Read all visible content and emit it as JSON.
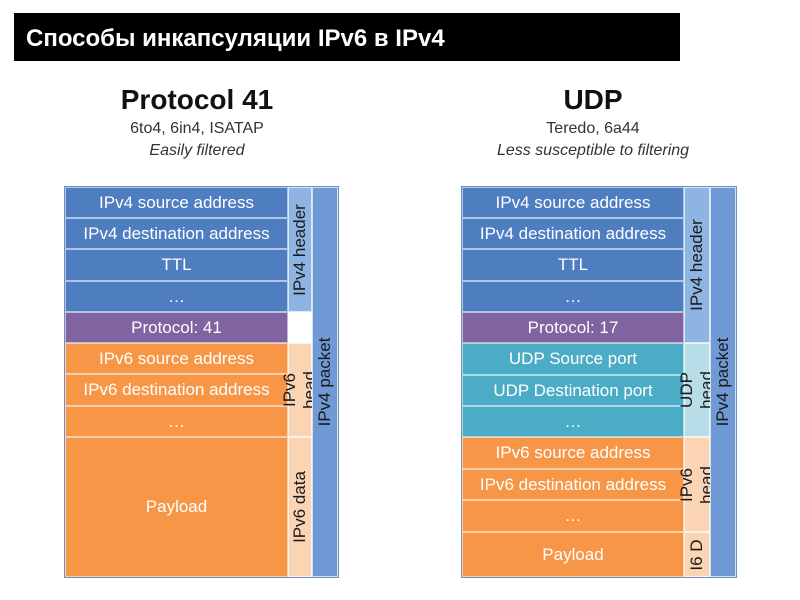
{
  "banner": {
    "title": "Способы инкапсуляции IPv6 в IPv4"
  },
  "colors": {
    "ipv4_field": "#4f7ec0",
    "protocol_field": "#8064a2",
    "ipv6_field": "#f79646",
    "udp_field": "#4bacc6",
    "ipv4_header_bar": "#8db4e2",
    "ipv4_packet_bar": "#6f9ad6",
    "ipv6_bar": "#fbd4b4",
    "udp_bar": "#b7dee8"
  },
  "left": {
    "title": "Protocol 41",
    "subtitle": "6to4, 6in4, ISATAP",
    "note": "Easily filtered",
    "fields": {
      "ipv4_src": "IPv4 source address",
      "ipv4_dst": "IPv4 destination address",
      "ttl": "TTL",
      "ellipsis1": "…",
      "protocol": "Protocol: 41",
      "ipv6_src": "IPv6 source address",
      "ipv6_dst": "IPv6 destination address",
      "ellipsis2": "…",
      "payload": "Payload"
    },
    "side": {
      "ipv4_header": "IPv4 header",
      "ipv6_header": "IPv6 head",
      "ipv6_data": "IPv6 data",
      "ipv4_packet": "IPv4 packet"
    }
  },
  "right": {
    "title": "UDP",
    "subtitle": "Teredo, 6a44",
    "note": "Less susceptible to filtering",
    "fields": {
      "ipv4_src": "IPv4 source address",
      "ipv4_dst": "IPv4 destination address",
      "ttl": "TTL",
      "ellipsis1": "…",
      "protocol": "Protocol: 17",
      "udp_src": "UDP Source port",
      "udp_dst": "UDP Destination port",
      "ellipsis2": "…",
      "ipv6_src": "IPv6 source address",
      "ipv6_dst": "IPv6 destination address",
      "ellipsis3": "…",
      "payload": "Payload"
    },
    "side": {
      "ipv4_header": "IPv4 header",
      "udp_header": "UDP head",
      "ipv6_header": "IPv6 head",
      "ipv6_data": "I6 D",
      "ipv4_packet": "IPv4 packet"
    }
  }
}
